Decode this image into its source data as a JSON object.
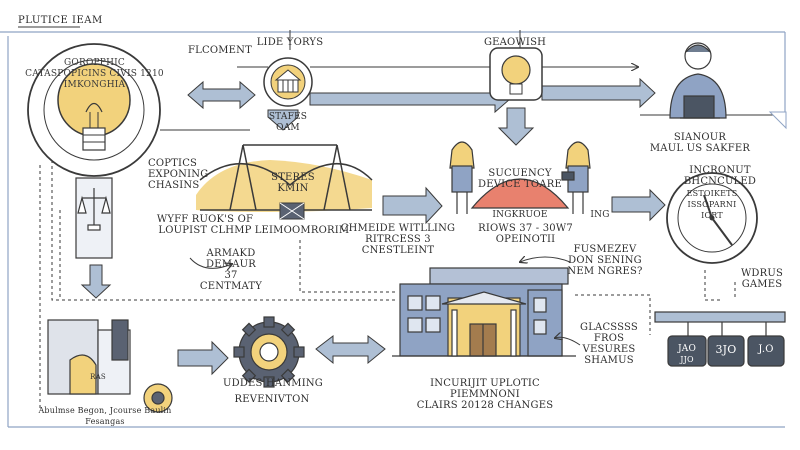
{
  "title": "PLUTICE IEAM",
  "colors": {
    "ink": "#3a3a3a",
    "accent_yellow": "#f2d27c",
    "accent_red": "#e8816e",
    "panel_blue": "#8fa3c4",
    "arrow_fill": "#aebfd4"
  },
  "labels": {
    "flcoment": "FLCOMENT",
    "lide_yorys": "LIDE YORYS",
    "geaowish": "GEAOWISH",
    "bulb_ring_text": "GOROPPHIC CATASPOPICINS CIVIS 1210 IMKONGHIA",
    "stafes_oam": "STAFES\nOAM",
    "sianour": "SIANOUR\nMAUL US SAKFER",
    "coptics": "COPTICS\nEXPONING\nCHASINS",
    "steres": "STERES\nKMIN",
    "succency": "SUCUENCY\nDEVICE TOARE",
    "incronut": "INCRONUT BHCNCULED",
    "clock_ring_text": "ESTOIKETS ISSOPARNI IORT",
    "wyfe_rooks": "WYFF RUOK'S OF\nLOUPIST CLHMP",
    "leimoomrorim": "LEIMOOMRORIM",
    "chmeide": "CHMEIDE WITLLING\nRITRCESS 3 CNESTLEINT",
    "rgows": "RIOWS 37 - 30W7 OPEINOTII",
    "ingkroce": "INGKRUOE",
    "ing": "ING",
    "armakd": "ARMAKD\nDEMAUR\n37 CENTMATY",
    "fusmezev": "FUSMEZEV\nDON SENING\nNEM NGRES?",
    "wdrus": "WDRUS\nGAMES",
    "glacsess": "GLACSSSS\nFROS\nVESURES\nSHAMUS",
    "abulmse": "Abulmse  Begon,  Jcourse  Baulin\nFesangas",
    "uddes": "UDDES  HANMING",
    "revenivton": "REVENIVTON",
    "incurepi": "INCURIJIT UPLOTIC PIEMMNONI\nCLAIRS 20128 CHANGES"
  },
  "weights": [
    {
      "label": "JAO",
      "sub": "JJO"
    },
    {
      "label": "3JO",
      "sub": ""
    },
    {
      "label": "J.O",
      "sub": ""
    }
  ],
  "books": "RAS"
}
